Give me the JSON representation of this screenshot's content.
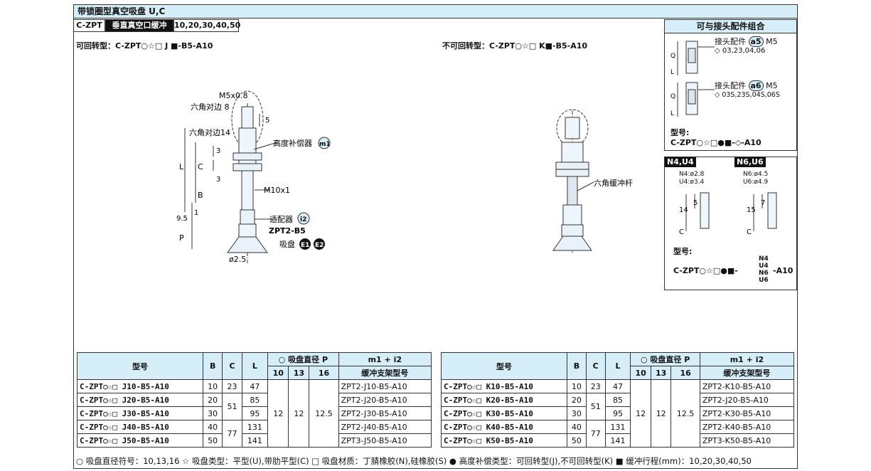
{
  "title": "带锁圈型真空吸盘 U,C",
  "series_tag": "C-ZPT",
  "series_desc": "垂直真空口缓冲",
  "series_stroke": "10,20,30,40,50",
  "left": {
    "heading": "可回转型：C-ZPT○☆□ J ■-B5-A10",
    "labels": {
      "m5": "M5x0.8",
      "hex8": "六角对边 8",
      "hex14": "六角对边14",
      "comp": "高度补偿器",
      "comp_tag": "m1",
      "m10": "M10x1",
      "adapter": "适配器",
      "adapter_tag": "i2",
      "adapter_model": "ZPT2-B5",
      "pad": "吸盘",
      "pad_tag1": "E1",
      "pad_tag2": "E2",
      "dia": "ø2.5",
      "dim_5": "5",
      "dim_3a": "3",
      "dim_3b": "3",
      "dim_L": "L",
      "dim_C": "C",
      "dim_B": "B",
      "dim_95": "9.5",
      "dim_1": "1",
      "dim_P": "P"
    }
  },
  "center": {
    "heading": "不可回转型：C-ZPT○☆□ K■-B5-A10",
    "rod_label": "六角缓冲杆"
  },
  "right_panel": {
    "heading": "可与接头配件组合",
    "fit_a5": "接头配件",
    "fit_a5_tag": "a5",
    "fit_a5_thread": "M5",
    "fit_a5_codes": "◇ 03,23,04,06",
    "fit_a6": "接头配件",
    "fit_a6_tag": "a6",
    "fit_a6_thread": "M5",
    "fit_a6_codes": "◇ 03S,23S,04S,06S",
    "dim_Q1": "Q",
    "dim_L1": "L",
    "dim_Q2": "Q",
    "dim_L2": "L",
    "model_label": "型号:",
    "model_value": "C-ZPT○☆□●■-◇-A10"
  },
  "nu_panel": {
    "tag_left": "N4,U4",
    "tag_right": "N6,U6",
    "n4": "N4:ø2.8",
    "u4": "U4:ø3.4",
    "n6": "N6:ø4.5",
    "u6": "U6:ø4.9",
    "d14": "14",
    "d5": "5",
    "d15": "15",
    "d7": "7",
    "dC1": "C",
    "dC2": "C",
    "model_label": "型号:",
    "model_prefix": "C-ZPT○☆□●■-",
    "model_opts": [
      "N4",
      "U4",
      "N6",
      "U6"
    ],
    "model_suffix": "-A10"
  },
  "table_headers": {
    "model": "型号",
    "b": "B",
    "c": "C",
    "l": "L",
    "dia_group": "○ 吸盘直径  P",
    "d10": "10",
    "d13": "13",
    "d16": "16",
    "holder_top": "m1 + i2",
    "holder": "缓冲支架型号"
  },
  "p_values": [
    "12",
    "12",
    "12.5"
  ],
  "table_left": [
    {
      "model": "C-ZPT○☆□ J10-B5-A10",
      "b": "10",
      "c": "23",
      "l": "47",
      "holder": "ZPT2-J10-B5-A10"
    },
    {
      "model": "C-ZPT○☆□ J20-B5-A10",
      "b": "20",
      "c": "51",
      "l": "85",
      "holder": "ZPT2-J20-B5-A10"
    },
    {
      "model": "C-ZPT○☆□ J30-B5-A10",
      "b": "30",
      "c": "",
      "l": "95",
      "holder": "ZPT2-J30-B5-A10"
    },
    {
      "model": "C-ZPT○☆□ J40-B5-A10",
      "b": "40",
      "c": "77",
      "l": "131",
      "holder": "ZPT2-J40-B5-A10"
    },
    {
      "model": "C-ZPT○☆□ J50-B5-A10",
      "b": "50",
      "c": "",
      "l": "141",
      "holder": "ZPT3-J50-B5-A10"
    }
  ],
  "table_right": [
    {
      "model": "C-ZPT○☆□ K10-B5-A10",
      "b": "10",
      "c": "23",
      "l": "47",
      "holder": "ZPT2-K10-B5-A10"
    },
    {
      "model": "C-ZPT○☆□ K20-B5-A10",
      "b": "20",
      "c": "51",
      "l": "85",
      "holder": "ZPT2-J20-B5-A10"
    },
    {
      "model": "C-ZPT○☆□ K30-B5-A10",
      "b": "30",
      "c": "",
      "l": "95",
      "holder": "ZPT2-K30-B5-A10"
    },
    {
      "model": "C-ZPT○☆□ K40-B5-A10",
      "b": "40",
      "c": "77",
      "l": "131",
      "holder": "ZPT2-K40-B5-A10"
    },
    {
      "model": "C-ZPT○☆□ K50-B5-A10",
      "b": "50",
      "c": "",
      "l": "141",
      "holder": "ZPT3-K50-B5-A10"
    }
  ],
  "footer": "○ 吸盘直径符号：10,13,16  ☆ 吸盘类型：平型(U),带肋平型(C)  □ 吸盘材质：丁腈橡胶(N),硅橡胶(S)  ● 高度补偿类型：可回转型(J),不可回转型(K)  ■ 缓冲行程(mm)：10,20,30,40,50"
}
